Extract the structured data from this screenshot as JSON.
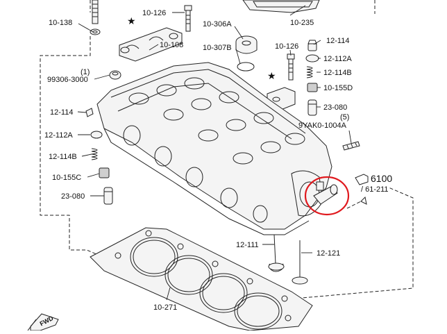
{
  "labels": {
    "l_10_138": "10-138",
    "l_10_126a": "10-126",
    "l_10_235": "10-235",
    "l_10_306a": "10-306A",
    "l_10_307b": "10-307B",
    "l_10_108": "10-108",
    "l_12_114a": "12-114",
    "l_12_112a_r": "12-112A",
    "l_12_114b_r": "12-114B",
    "l_10_126b": "10-126",
    "l_10_155d": "10-155D",
    "l_23_080_r": "23-080",
    "l_99306_qty": "(1)",
    "l_99306": "99306-3000",
    "l_12_114_l": "12-114",
    "l_12_112a_l": "12-112A",
    "l_12_114b_l": "12-114B",
    "l_10_155c": "10-155C",
    "l_23_080_l": "23-080",
    "l_9yak_qty": "(5)",
    "l_9yak": "9YAK0-1004A",
    "l_6100": "6100",
    "l_61_211": "/ 61-211",
    "l_12_111": "12-111",
    "l_12_121": "12-121",
    "l_10_271": "10-271",
    "l_fwd": "FWD"
  },
  "stars": [
    "★",
    "★"
  ],
  "colors": {
    "ink": "#222222",
    "highlight": "#e0191e"
  }
}
